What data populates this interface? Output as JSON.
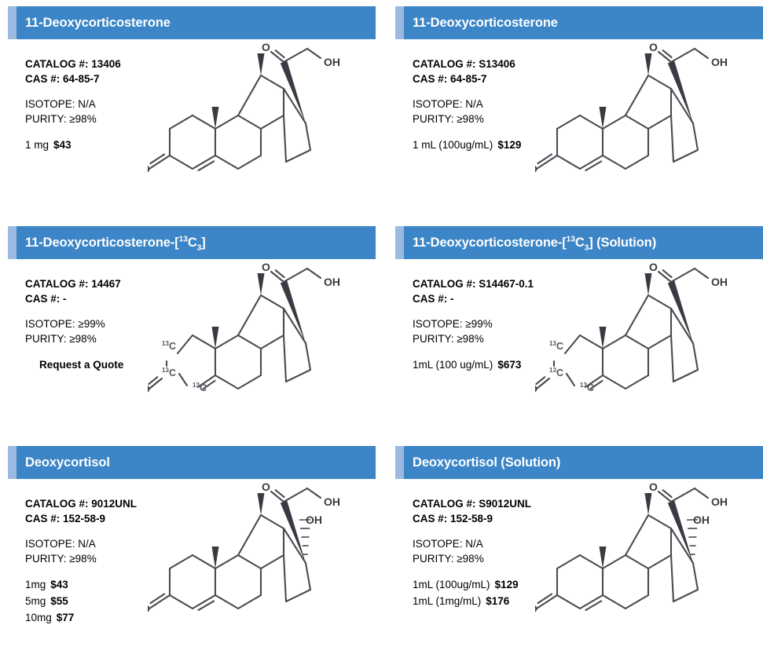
{
  "page": {
    "label_catalog": "CATALOG #:",
    "label_cas": "CAS #:",
    "label_isotope": "ISOTOPE:",
    "label_purity": "PURITY:",
    "header_bg": "#3c85c6",
    "header_accent": "#9cbae0",
    "structure_stroke": "#4a4a52"
  },
  "cards": [
    {
      "title_main": "11-Deoxycorticosterone",
      "title_sup": "",
      "title_sub": "",
      "title_tail": "",
      "catalog": "13406",
      "cas": "64-85-7",
      "isotope": "N/A",
      "purity": "≥98%",
      "structure": "deoxycorticosterone",
      "prices": [
        {
          "qty": "1 mg",
          "amount": "$43"
        }
      ],
      "quote": ""
    },
    {
      "title_main": "11-Deoxycorticosterone",
      "title_sup": "",
      "title_sub": "",
      "title_tail": "",
      "catalog": "S13406",
      "cas": "64-85-7",
      "isotope": "N/A",
      "purity": "≥98%",
      "structure": "deoxycorticosterone",
      "prices": [
        {
          "qty": "1 mL (100ug/mL)",
          "amount": "$129"
        }
      ],
      "quote": ""
    },
    {
      "title_main": "11-Deoxycorticosterone-[",
      "title_sup": "13",
      "title_sub": "3",
      "title_tail": "]",
      "title_c": "C",
      "catalog": "14467",
      "cas": "-",
      "isotope": "≥99%",
      "purity": "≥98%",
      "structure": "deoxycorticosterone-13c3",
      "prices": [],
      "quote": "Request a Quote"
    },
    {
      "title_main": "11-Deoxycorticosterone-[",
      "title_sup": "13",
      "title_sub": "3",
      "title_tail": "] (Solution)",
      "title_c": "C",
      "catalog": "S14467-0.1",
      "cas": "-",
      "isotope": "≥99%",
      "purity": "≥98%",
      "structure": "deoxycorticosterone-13c3",
      "prices": [
        {
          "qty": "1mL (100 ug/mL)",
          "amount": "$673"
        }
      ],
      "quote": ""
    },
    {
      "title_main": "Deoxycortisol",
      "title_sup": "",
      "title_sub": "",
      "title_tail": "",
      "catalog": "9012UNL",
      "cas": "152-58-9",
      "isotope": "N/A",
      "purity": "≥98%",
      "structure": "deoxycortisol",
      "prices": [
        {
          "qty": "1mg",
          "amount": "$43"
        },
        {
          "qty": "5mg",
          "amount": "$55"
        },
        {
          "qty": "10mg",
          "amount": "$77"
        }
      ],
      "quote": ""
    },
    {
      "title_main": "Deoxycortisol (Solution)",
      "title_sup": "",
      "title_sub": "",
      "title_tail": "",
      "catalog": "S9012UNL",
      "cas": "152-58-9",
      "isotope": "N/A",
      "purity": "≥98%",
      "structure": "deoxycortisol",
      "prices": [
        {
          "qty": "1mL (100ug/mL)",
          "amount": "$129"
        },
        {
          "qty": "1mL (1mg/mL)",
          "amount": "$176"
        }
      ],
      "quote": ""
    }
  ]
}
